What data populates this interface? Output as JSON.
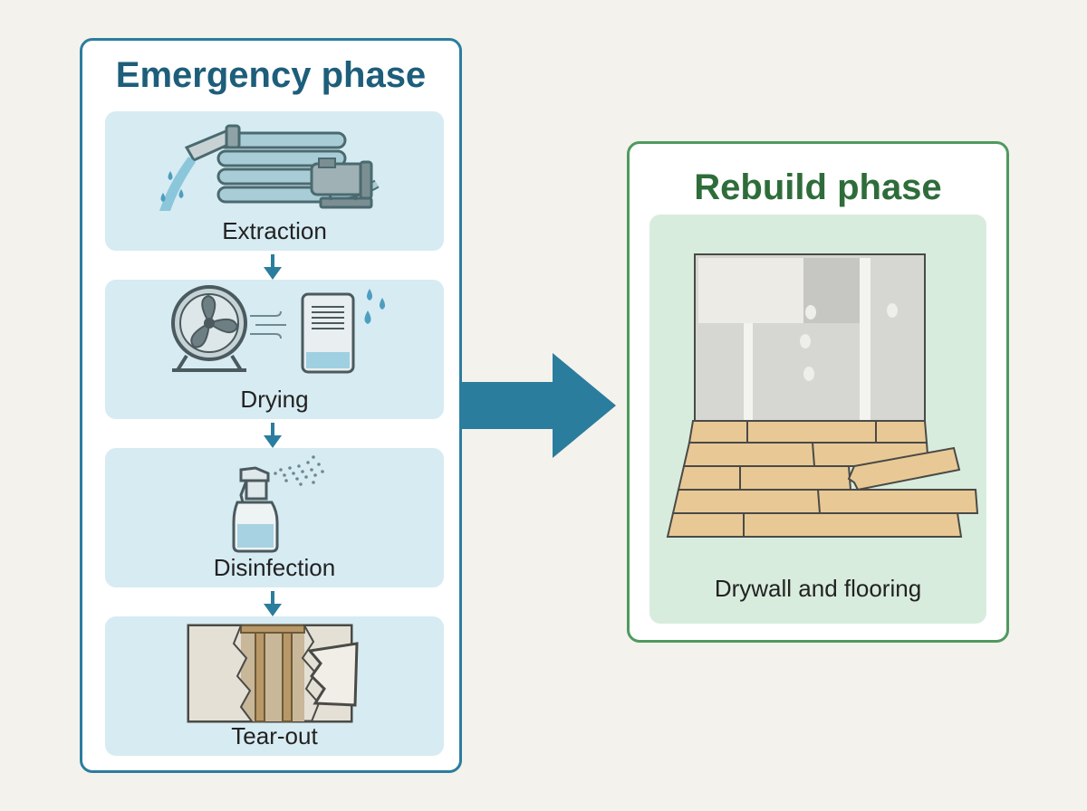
{
  "emergency": {
    "title": "Emergency phase",
    "steps": [
      {
        "label": "Extraction",
        "icon": "water-pump-hose-icon"
      },
      {
        "label": "Drying",
        "icon": "fan-dehumidifier-icon"
      },
      {
        "label": "Disinfection",
        "icon": "spray-bottle-icon"
      },
      {
        "label": "Tear-out",
        "icon": "torn-drywall-icon"
      }
    ]
  },
  "rebuild": {
    "title": "Rebuild phase",
    "label": "Drywall and flooring",
    "icon": "drywall-flooring-icon"
  },
  "colors": {
    "emergency_accent": "#2b7d9e",
    "rebuild_accent": "#4f9a5e",
    "emergency_card": "#d7ebf2",
    "rebuild_card": "#d8ecdd",
    "background": "#f4f2ec"
  }
}
